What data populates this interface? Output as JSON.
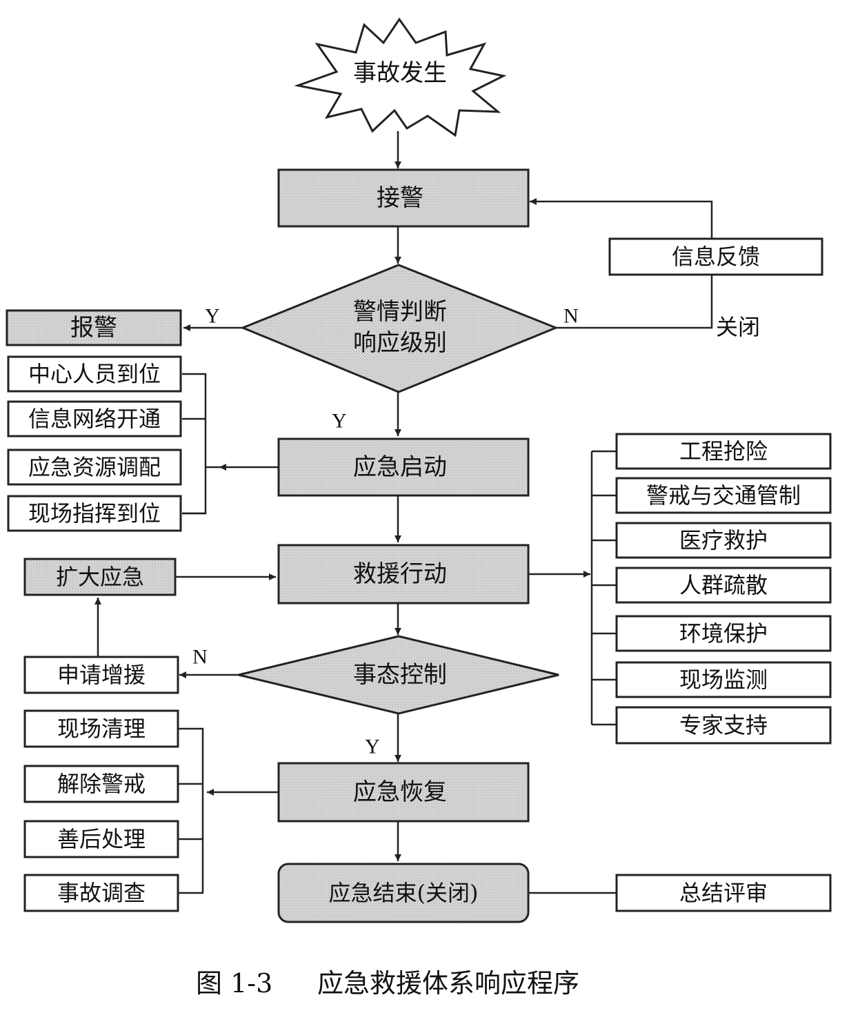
{
  "main_flow": {
    "start": "事故发生",
    "receive_alarm": "接警",
    "judge_line1": "警情判断",
    "judge_line2": "响应级别",
    "emergency_start": "应急启动",
    "rescue_action": "救援行动",
    "situation_control": "事态控制",
    "emergency_recovery": "应急恢复",
    "emergency_end": "应急结束(关闭)"
  },
  "labels": {
    "yes": "Y",
    "no": "N",
    "close": "关闭"
  },
  "side": {
    "info_feedback": "信息反馈",
    "report_alarm": "报警",
    "expand_emergency": "扩大应急",
    "request_reinforcement": "申请增援",
    "summary_review": "总结评审"
  },
  "startup_items": [
    "中心人员到位",
    "信息网络开通",
    "应急资源调配",
    "现场指挥到位"
  ],
  "action_items": [
    "工程抢险",
    "警戒与交通管制",
    "医疗救护",
    "人群疏散",
    "环境保护",
    "现场监测",
    "专家支持"
  ],
  "recovery_items": [
    "现场清理",
    "解除警戒",
    "善后处理",
    "事故调查"
  ],
  "caption": {
    "figure_no": "图 1-3",
    "title": "应急救援体系响应程序"
  }
}
